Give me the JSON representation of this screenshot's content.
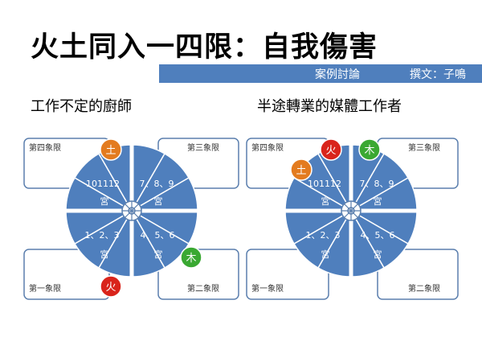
{
  "title": "火土同入一四限：自我傷害",
  "banner": {
    "category": "案例討論",
    "author": "撰文：子鳴"
  },
  "left_case": {
    "subtitle": "工作不定的廚師",
    "quadrants": {
      "q1": "第一象限",
      "q2": "第二象限",
      "q3": "第三象限",
      "q4": "第四象限"
    },
    "houses": {
      "left_top": "101112",
      "right_top": "7、8、9",
      "left_bottom": "1、2、3",
      "right_bottom": "4、5、6",
      "gong": "宮"
    },
    "planets": [
      {
        "name": "earth",
        "label": "土",
        "color": "#e37b1f"
      },
      {
        "name": "wood",
        "label": "木",
        "color": "#3aa832"
      },
      {
        "name": "fire",
        "label": "火",
        "color": "#d9241b"
      }
    ]
  },
  "right_case": {
    "subtitle": "半途轉業的媒體工作者",
    "quadrants": {
      "q1": "第一象限",
      "q2": "第二象限",
      "q3": "第三象限",
      "q4": "第四象限"
    },
    "houses": {
      "left_top": "101112",
      "right_top": "7、8、9",
      "left_bottom": "1、2、3",
      "right_bottom": "4、5、6",
      "gong": "宮"
    },
    "planets": [
      {
        "name": "fire",
        "label": "火",
        "color": "#d9241b"
      },
      {
        "name": "wood",
        "label": "木",
        "color": "#3aa832"
      },
      {
        "name": "earth",
        "label": "土",
        "color": "#e37b1f"
      }
    ]
  }
}
